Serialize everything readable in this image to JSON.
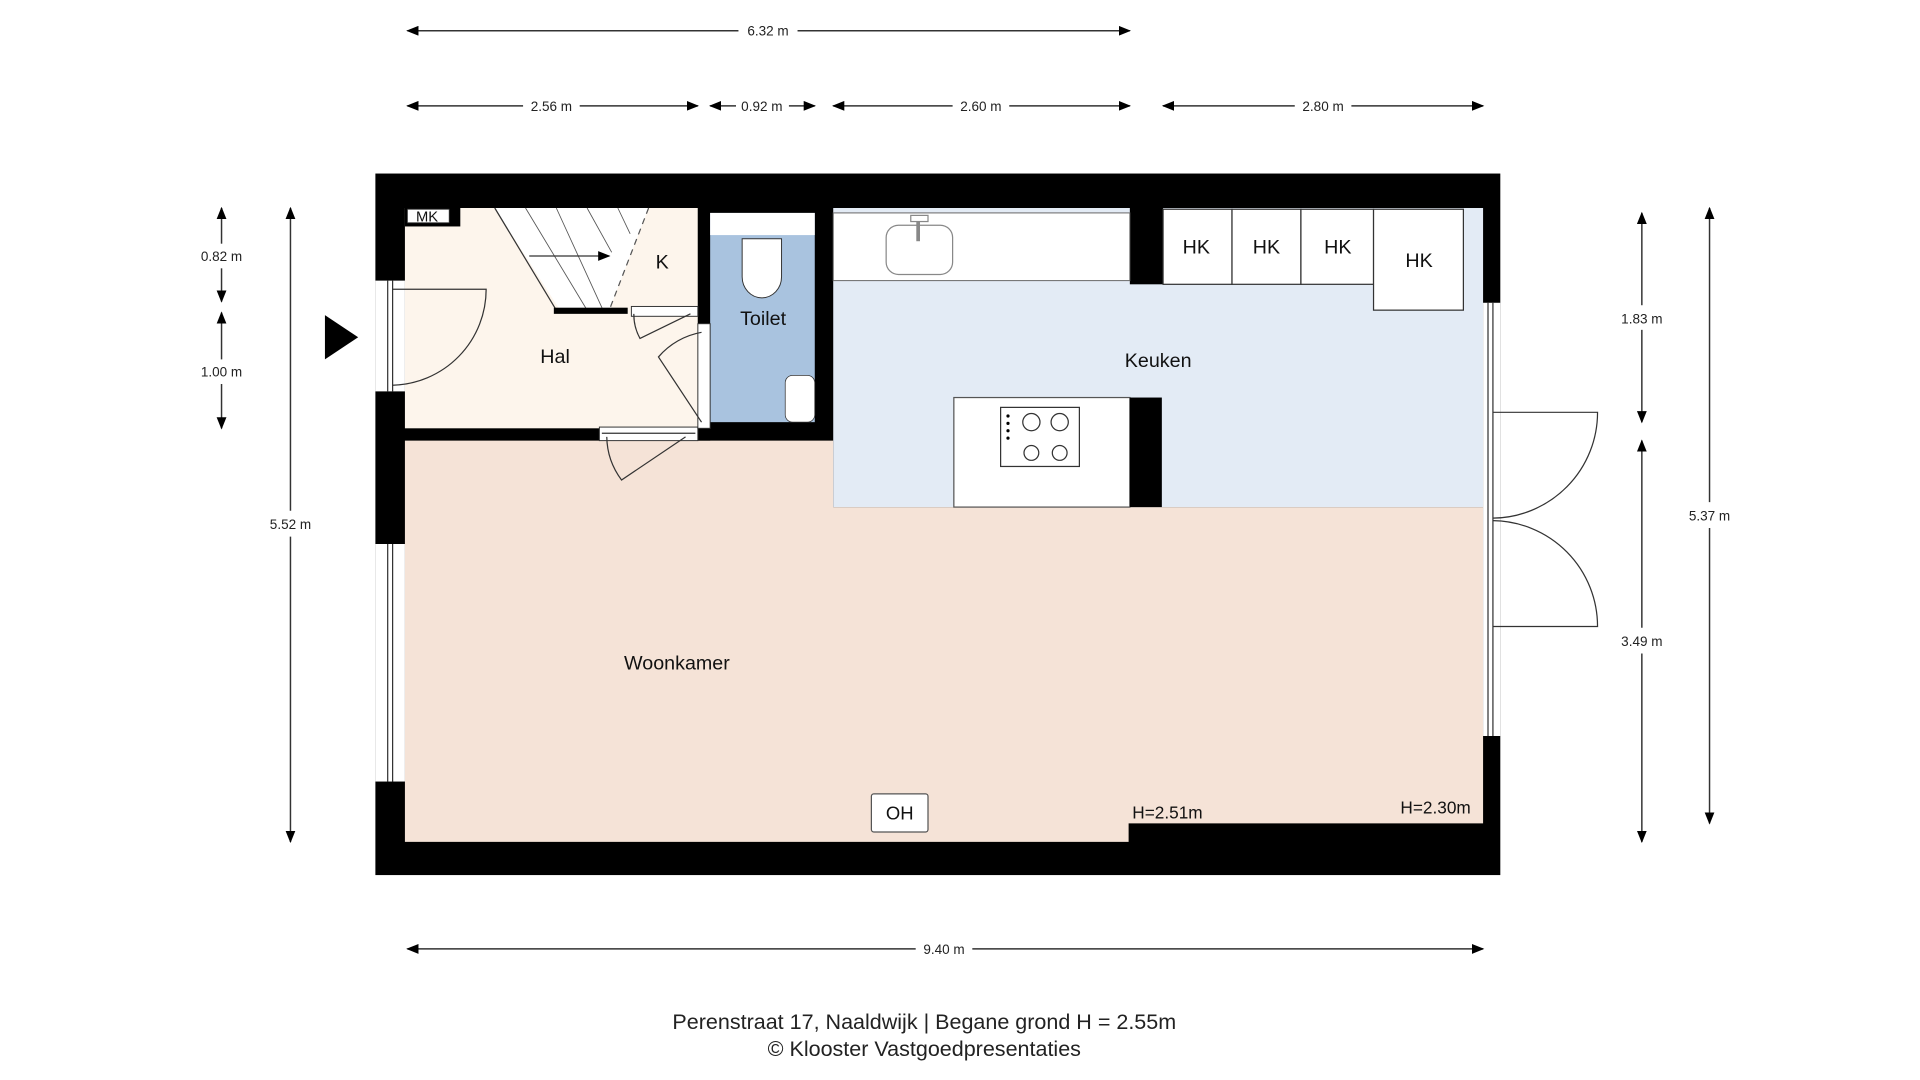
{
  "colors": {
    "hal": "#fdf5ec",
    "toilet": "#a9c3df",
    "keuken": "#e3ebf5",
    "woonkamer": "#f5e3d7",
    "wall": "#000000"
  },
  "rooms": {
    "hal": "Hal",
    "toilet": "Toilet",
    "keuken": "Keuken",
    "woonkamer": "Woonkamer",
    "closet": "K",
    "meter": "MK"
  },
  "fixtures": {
    "hk": [
      "HK",
      "HK",
      "HK",
      "HK"
    ],
    "oh": "OH"
  },
  "heights": {
    "woonkamer": "H=2.51m",
    "keuken": "H=2.30m"
  },
  "dimensions": {
    "top_total": "6.32 m",
    "top": [
      "2.56 m",
      "0.92 m",
      "2.60 m",
      "2.80 m"
    ],
    "left_small": [
      "0.82 m",
      "1.00 m"
    ],
    "left_total": "5.52 m",
    "right_inner": [
      "1.83 m",
      "3.49 m"
    ],
    "right_total": "5.37 m",
    "bottom_total": "9.40 m"
  },
  "caption": {
    "line1": "Perenstraat 17, Naaldwijk | Begane grond H = 2.55m",
    "line2": "© Klooster Vastgoedpresentaties"
  }
}
